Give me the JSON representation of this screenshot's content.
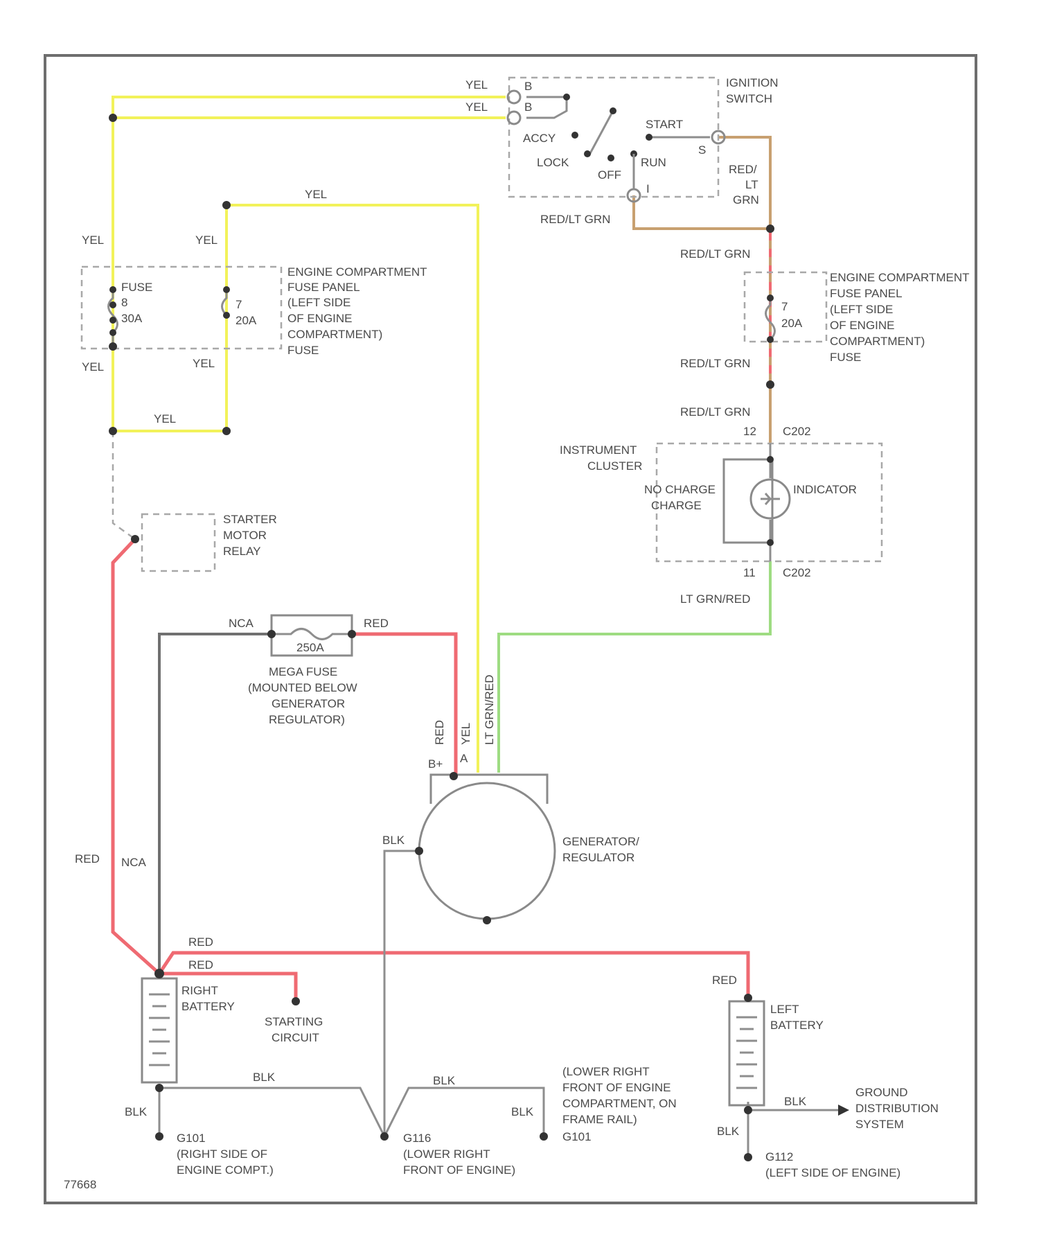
{
  "labels": {
    "yel": "YEL",
    "red": "RED",
    "nca": "NCA",
    "blk": "BLK",
    "red_lt_grn": "RED/LT GRN",
    "red_lt": "RED/",
    "lt": "LT",
    "grn": "GRN",
    "lt_grn_red": "LT GRN/RED",
    "lt_grnred_vert": "LT GRN/RED",
    "yel_vert": "YEL",
    "red_vert": "RED"
  },
  "ignition_switch": {
    "title_1": "IGNITION",
    "title_2": "SWITCH",
    "pin_b1": "B",
    "pin_b2": "B",
    "accy": "ACCY",
    "lock": "LOCK",
    "off": "OFF",
    "run": "RUN",
    "start": "START",
    "pin_s": "S",
    "pin_i": "I"
  },
  "left_fuse_panel": {
    "fuse": "FUSE",
    "fuse_num_a": "8",
    "fuse_amp_a": "30A",
    "fuse_num_b": "7",
    "fuse_amp_b": "20A",
    "line1": "ENGINE COMPARTMENT",
    "line2": "FUSE PANEL",
    "line3": "(LEFT SIDE",
    "line4": "OF ENGINE",
    "line5": "COMPARTMENT)",
    "line6": "FUSE"
  },
  "right_fuse_panel": {
    "fuse_num": "7",
    "fuse_amp": "20A",
    "line1": "ENGINE COMPARTMENT",
    "line2": "FUSE PANEL",
    "line3": "(LEFT SIDE",
    "line4": "OF ENGINE",
    "line5": "COMPARTMENT)",
    "line6": "FUSE"
  },
  "instrument_cluster": {
    "line1": "INSTRUMENT",
    "line2": "CLUSTER",
    "pin_top": "12",
    "conn_top": "C202",
    "pin_bottom": "11",
    "conn_bottom": "C202",
    "no_charge_1": "NO CHARGE",
    "no_charge_2": "CHARGE",
    "indicator": "INDICATOR"
  },
  "starter_relay": {
    "line1": "STARTER",
    "line2": "MOTOR",
    "line3": "RELAY"
  },
  "mega_fuse": {
    "rating": "250A",
    "line1": "MEGA FUSE",
    "line2": "(MOUNTED BELOW",
    "line3": "GENERATOR",
    "line4": "REGULATOR)"
  },
  "generator": {
    "line1": "GENERATOR/",
    "line2": "REGULATOR",
    "pin_b": "B+",
    "pin_a": "A"
  },
  "right_battery": {
    "line1": "RIGHT",
    "line2": "BATTERY"
  },
  "starting_circuit": {
    "line1": "STARTING",
    "line2": "CIRCUIT"
  },
  "left_battery": {
    "line1": "LEFT",
    "line2": "BATTERY"
  },
  "ground_distribution": {
    "line1": "GROUND",
    "line2": "DISTRIBUTION",
    "line3": "SYSTEM"
  },
  "grounds": {
    "g101_id": "G101",
    "g101_line1": "(RIGHT SIDE OF",
    "g101_line2": "ENGINE COMPT.)",
    "g116_id": "G116",
    "g116_line1": "(LOWER RIGHT",
    "g116_line2": "FRONT OF ENGINE)",
    "g101b_id": "G101",
    "g101b_line1": "(LOWER RIGHT",
    "g101b_line2": "FRONT OF ENGINE",
    "g101b_line3": "COMPARTMENT, ON",
    "g101b_line4": "FRAME RAIL)",
    "g112_id": "G112",
    "g112_line1": "(LEFT SIDE OF ENGINE)"
  },
  "figure_code": "77668",
  "colors": {
    "yellow_wire": "#f2f25a",
    "red_wire": "#ef6a72",
    "red_lt_grn_wire": "#c8a070",
    "green_wire": "#9edc82",
    "black_wire": "#707070"
  }
}
